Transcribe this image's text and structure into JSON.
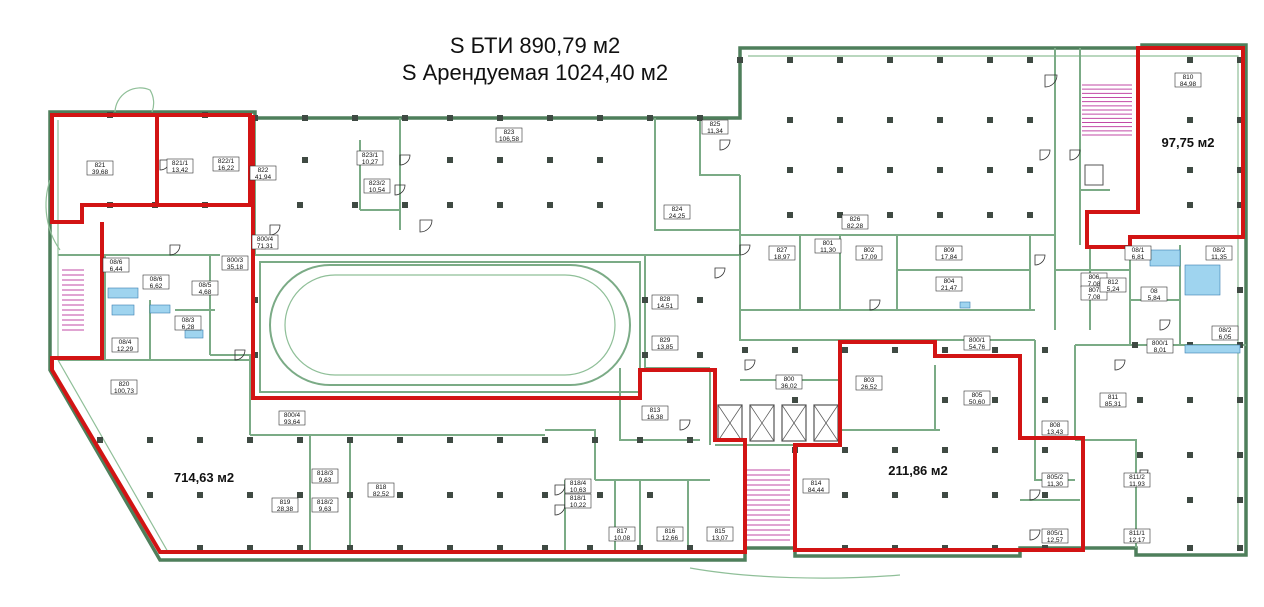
{
  "header": {
    "line1": "S БТИ 890,79 м2",
    "line2": "S Арендуемая 1024,40 м2"
  },
  "rented_areas": {
    "west": "714,63 м2",
    "south_center": "211,86 м2",
    "north_east": "97,75 м2"
  },
  "colors": {
    "wall": "#7bab86",
    "rented_outline": "#d21414",
    "stairs": "#c24aa6",
    "fixtures": "#9fd4ef"
  },
  "rooms": [
    {
      "num": "821",
      "area": "39,68"
    },
    {
      "num": "821/1",
      "area": "13,42"
    },
    {
      "num": "822/1",
      "area": "16,22"
    },
    {
      "num": "822",
      "area": "41,94"
    },
    {
      "num": "823/1",
      "area": "10,27"
    },
    {
      "num": "823/2",
      "area": "10,54"
    },
    {
      "num": "823",
      "area": "106,58"
    },
    {
      "num": "825",
      "area": "11,34"
    },
    {
      "num": "824",
      "area": "24,25"
    },
    {
      "num": "826",
      "area": "82,28"
    },
    {
      "num": "810",
      "area": "84,98"
    },
    {
      "num": "800/4",
      "area": "71,31"
    },
    {
      "num": "800/3",
      "area": "35,18"
    },
    {
      "num": "08/6",
      "area": "6,44"
    },
    {
      "num": "08/6",
      "area": "6,62"
    },
    {
      "num": "08/5",
      "area": "4,68"
    },
    {
      "num": "08/3",
      "area": "6,28"
    },
    {
      "num": "08/4",
      "area": "12,29"
    },
    {
      "num": "827",
      "area": "18,97"
    },
    {
      "num": "801",
      "area": "11,30"
    },
    {
      "num": "802",
      "area": "17,09"
    },
    {
      "num": "809",
      "area": "17,84"
    },
    {
      "num": "804",
      "area": "21,47"
    },
    {
      "num": "828",
      "area": "14,51"
    },
    {
      "num": "829",
      "area": "13,85"
    },
    {
      "num": "08/1",
      "area": "6,81"
    },
    {
      "num": "08/2",
      "area": "11,35"
    },
    {
      "num": "806",
      "area": "7,08"
    },
    {
      "num": "807",
      "area": "7,08"
    },
    {
      "num": "812",
      "area": "5,24"
    },
    {
      "num": "08",
      "area": "5,84"
    },
    {
      "num": "08/2",
      "area": "6,05"
    },
    {
      "num": "800/1",
      "area": "8,01"
    },
    {
      "num": "800/1",
      "area": "54,76"
    },
    {
      "num": "820",
      "area": "100,73"
    },
    {
      "num": "800",
      "area": "36,02"
    },
    {
      "num": "803",
      "area": "26,52"
    },
    {
      "num": "805",
      "area": "50,60"
    },
    {
      "num": "811",
      "area": "85,31"
    },
    {
      "num": "813",
      "area": "16,38"
    },
    {
      "num": "800/4",
      "area": "93,64"
    },
    {
      "num": "808",
      "area": "13,43"
    },
    {
      "num": "818/3",
      "area": "9,63"
    },
    {
      "num": "818/2",
      "area": "9,63"
    },
    {
      "num": "818",
      "area": "82,52"
    },
    {
      "num": "819",
      "area": "28,38"
    },
    {
      "num": "818/4",
      "area": "10,63"
    },
    {
      "num": "818/1",
      "area": "10,22"
    },
    {
      "num": "817",
      "area": "10,08"
    },
    {
      "num": "816",
      "area": "12,66"
    },
    {
      "num": "815",
      "area": "13,07"
    },
    {
      "num": "814",
      "area": "84,44"
    },
    {
      "num": "805/2",
      "area": "11,30"
    },
    {
      "num": "805/1",
      "area": "12,57"
    },
    {
      "num": "811/2",
      "area": "11,93"
    },
    {
      "num": "811/1",
      "area": "12,17"
    }
  ]
}
